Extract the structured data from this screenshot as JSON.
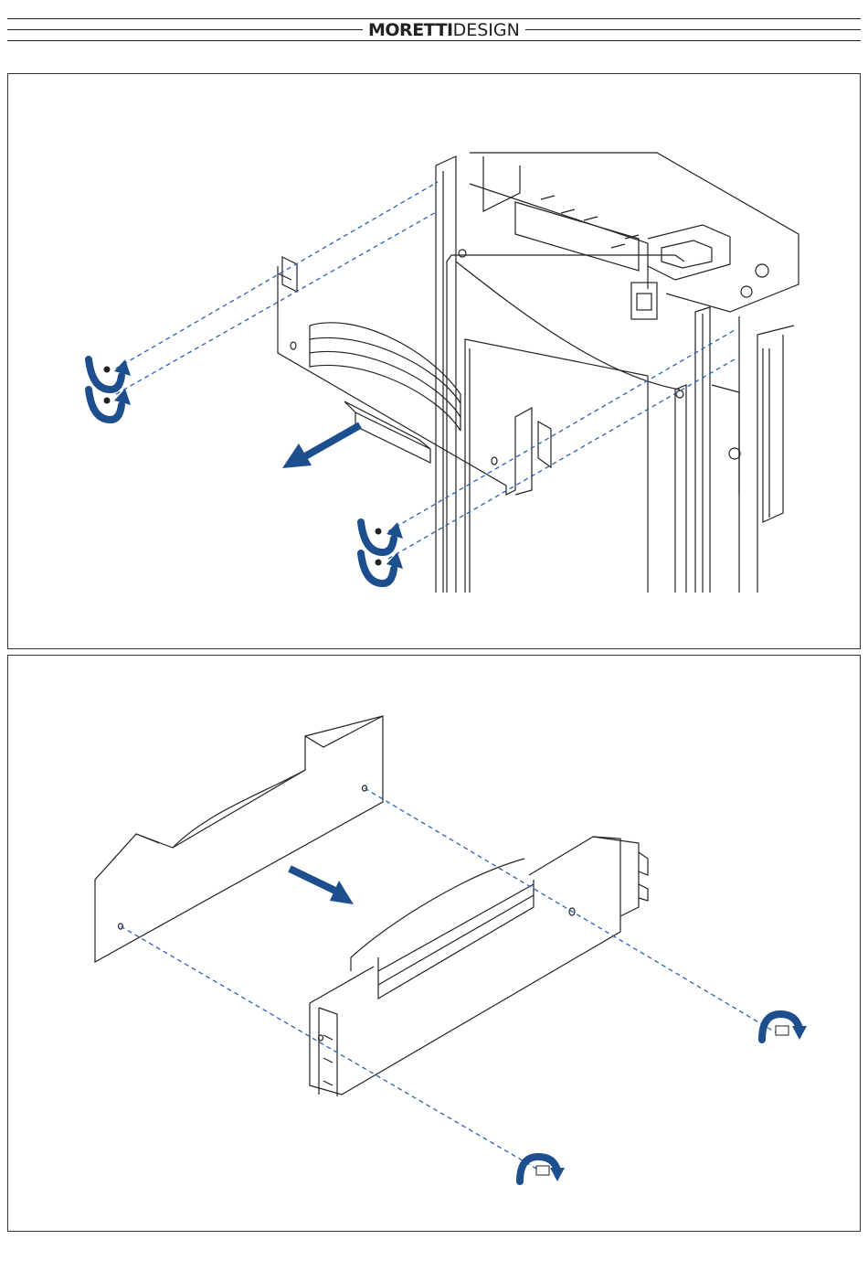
{
  "brand": {
    "bold": "MORETTI",
    "light": "DESIGN"
  },
  "colors": {
    "accent": "#1d4f8f",
    "line": "#222222",
    "guide": "#2a62b0"
  },
  "figures": [
    {
      "name": "step-remove-frame",
      "icons": [
        "rotate-arrow-icon",
        "rotate-arrow-icon",
        "rotate-arrow-icon",
        "rotate-arrow-icon",
        "direction-arrow-icon"
      ]
    },
    {
      "name": "step-separate-bracket",
      "icons": [
        "direction-arrow-icon",
        "rotate-arrow-icon",
        "rotate-arrow-icon"
      ]
    }
  ]
}
